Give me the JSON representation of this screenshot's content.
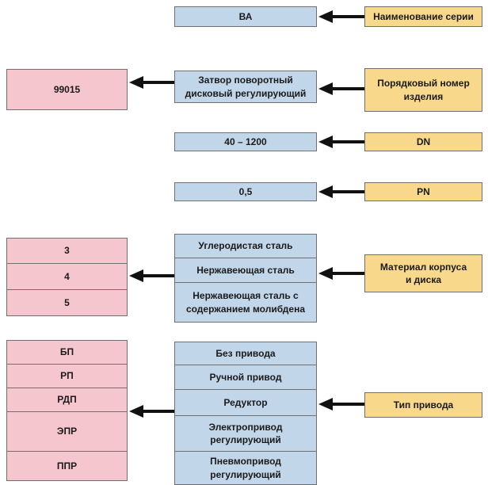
{
  "diagram": {
    "colors": {
      "blue": "#c2d6e9",
      "yellow": "#f8d98c",
      "pink": "#f5c6ce",
      "arrow": "#111111"
    },
    "rows": [
      {
        "label": "Наименование серии",
        "values": [
          "ВА"
        ],
        "codes": []
      },
      {
        "label": "Порядковый номер\nизделия",
        "values": [
          "Затвор поворотный\nдисковый регулирующий"
        ],
        "codes": [
          "99015"
        ]
      },
      {
        "label": "DN",
        "values": [
          "40 – 1200"
        ],
        "codes": []
      },
      {
        "label": "PN",
        "values": [
          "0,5"
        ],
        "codes": []
      },
      {
        "label": "Материал корпуса\nи диска",
        "values": [
          "Углеродистая сталь",
          "Нержавеющая сталь",
          "Нержавеющая сталь с\nсодержанием молибдена"
        ],
        "codes": [
          "3",
          "4",
          "5"
        ]
      },
      {
        "label": "Тип привода",
        "values": [
          "Без привода",
          "Ручной привод",
          "Редуктор",
          "Электропривод\nрегулирующий",
          "Пневмопривод\nрегулирующий"
        ],
        "codes": [
          "БП",
          "РП",
          "РДП",
          "ЭПР",
          "ППР"
        ]
      }
    ]
  }
}
